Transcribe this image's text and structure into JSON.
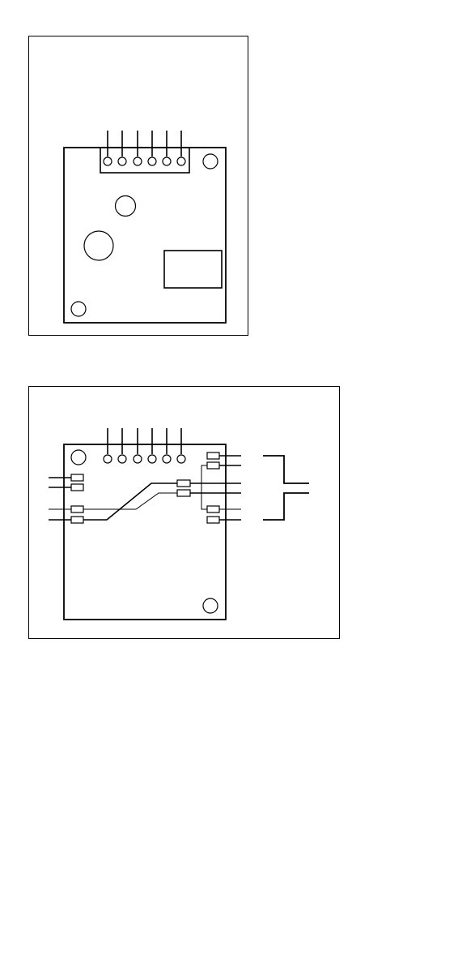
{
  "figure_top": {
    "pin_count": 6,
    "components": [
      "pcb-board",
      "connector-header",
      "mounting-hole",
      "round-component-small",
      "round-component-large",
      "rectangular-component"
    ]
  },
  "figure_bottom": {
    "pin_count": 6,
    "left_wire_count": 4,
    "right_wire_count": 6,
    "components": [
      "pcb-board",
      "connector-pins",
      "resistor-pairs",
      "wire-bundle-brace"
    ]
  },
  "colors": {
    "line": "#000000",
    "background": "#ffffff"
  }
}
